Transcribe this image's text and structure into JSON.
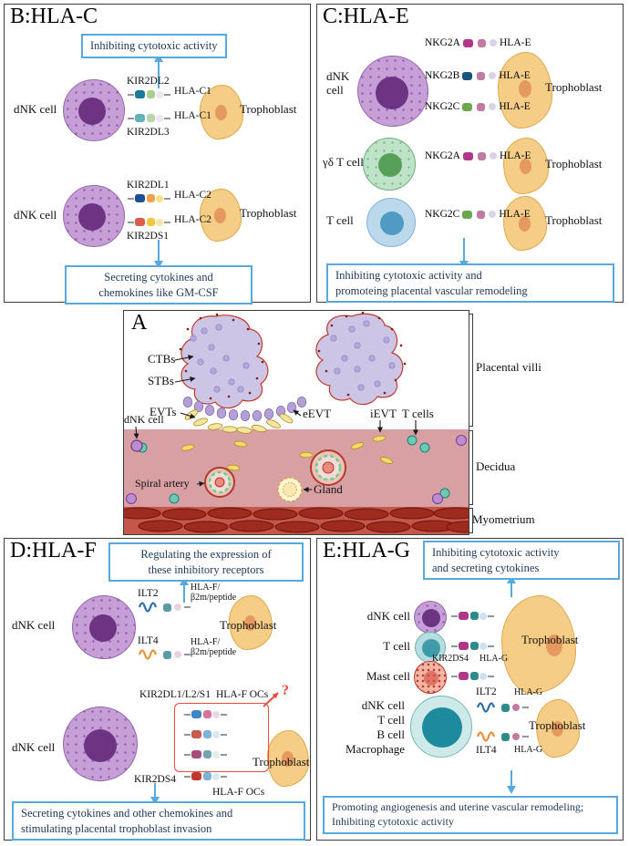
{
  "figure": {
    "panels": {
      "B": {
        "title": "B:HLA-C",
        "top_box": "Inhibiting cytotoxic activity",
        "bottom_box_l1": "Secreting cytokines and",
        "bottom_box_l2": "chemokines like GM-CSF",
        "rows": [
          {
            "cell": "dNK cell",
            "rec1": "KIR2DL2",
            "lig1": "HLA-C1",
            "rec2": "KIR2DL3",
            "lig2": "HLA-C1",
            "target": "Trophoblast"
          },
          {
            "cell": "dNK cell",
            "rec1": "KIR2DL1",
            "lig1": "HLA-C2",
            "rec2": "KIR2DS1",
            "lig2": "HLA-C2",
            "target": "Trophoblast"
          }
        ]
      },
      "C": {
        "title": "C:HLA-E",
        "dnk": {
          "cell": "dNK\ncell",
          "pairs": [
            {
              "rec": "NKG2A",
              "lig": "HLA-E"
            },
            {
              "rec": "NKG2B",
              "lig": "HLA-E"
            },
            {
              "rec": "NKG2C",
              "lig": "HLA-E"
            }
          ],
          "target": "Trophoblast"
        },
        "gdt": {
          "cell": "γδ T cell",
          "rec": "NKG2A",
          "lig": "HLA-E",
          "target": "Trophoblast"
        },
        "t": {
          "cell": "T cell",
          "rec": "NKG2C",
          "lig": "HLA-E",
          "target": "Trophoblast"
        },
        "bottom_box_l1": "Inhibiting cytotoxic activity and",
        "bottom_box_l2": "promoteing placental vascular remodeling"
      },
      "A": {
        "label": "A",
        "annotations": {
          "ctbs": "CTBs",
          "stbs": "STBs",
          "evts": "EVTs",
          "dnk": "dNK cell",
          "eevt": "eEVT",
          "ievt": "iEVT",
          "tcells": "T cells",
          "spiral": "Spiral artery",
          "gland": "Gland"
        },
        "layers": {
          "villi": "Placental villi",
          "decidua": "Decidua",
          "myometrium": "Myometrium"
        }
      },
      "D": {
        "title": "D:HLA-F",
        "top_box_l1": "Regulating the expression of",
        "top_box_l2": "these inhibitory receptors",
        "row1": {
          "cell": "dNK cell",
          "rec1": "ILT2",
          "lig1a": "HLA-F/",
          "lig1b": "β2m/peptide",
          "rec2": "ILT4",
          "lig2a": "HLA-F/",
          "lig2b": "β2m/peptide",
          "target": "Trophoblast"
        },
        "row2": {
          "cell": "dNK cell",
          "rec_group": "KIR2DL1/L2/S1",
          "lig_top": "HLA-F OCs",
          "question": "?",
          "rec_bottom": "KIR2DS4",
          "lig_bottom": "HLA-F OCs",
          "target": "Trophoblast"
        },
        "bottom_box_l1": "Secreting cytokines and other chemokines and",
        "bottom_box_l2": "stimulating placental trophoblast invasion"
      },
      "E": {
        "title": "E:HLA-G",
        "top_box_l1": "Inhibiting cytotoxic activity",
        "top_box_l2": "and secreting cytokines",
        "group1": {
          "cells": [
            "dNK cell",
            "T cell",
            "Mast cell"
          ],
          "rec": "KIR2DS4",
          "lig": "HLA-G",
          "target": "Trophoblast"
        },
        "group2": {
          "cells": [
            "dNK cell",
            "T cell",
            "B cell",
            "Macrophage"
          ],
          "rec1": "ILT2",
          "lig1": "HLA-G",
          "rec2": "ILT4",
          "lig2": "HLA-G",
          "target": "Trophoblast"
        },
        "bottom_box_l1": "Promoting angiogenesis and uterine vascular remodeling;",
        "bottom_box_l2": "Inhibiting cytotoxic activity"
      }
    },
    "colors": {
      "accent_blue": "#57a9dc",
      "arrow_blue": "#58aadd",
      "red_accent": "#e74c3c",
      "dnk_body": "#c59fd6",
      "dnk_nucleus": "#6c3483",
      "trophoblast": "#f6cd86",
      "decidua": "#d9a0a4",
      "myometrium": "#c4564a"
    }
  }
}
